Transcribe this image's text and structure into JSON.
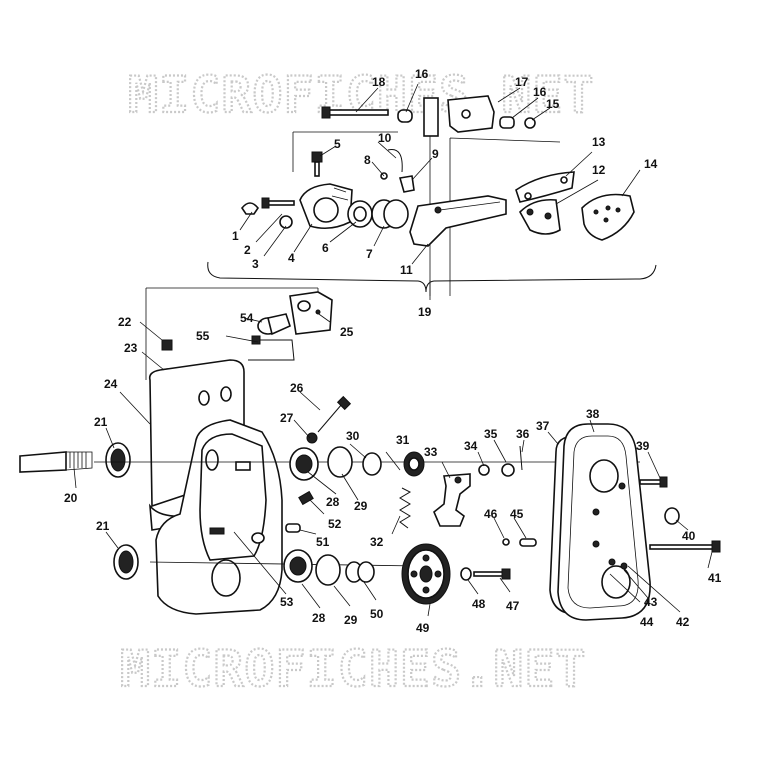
{
  "watermark": {
    "top": "MICROFICHES.NET",
    "bottom": "MICROFICHES.NET"
  },
  "callouts": [
    {
      "id": "1",
      "text": "1"
    },
    {
      "id": "2",
      "text": "2"
    },
    {
      "id": "3",
      "text": "3"
    },
    {
      "id": "4",
      "text": "4"
    },
    {
      "id": "5",
      "text": "5"
    },
    {
      "id": "6",
      "text": "6"
    },
    {
      "id": "7",
      "text": "7"
    },
    {
      "id": "8",
      "text": "8"
    },
    {
      "id": "9",
      "text": "9"
    },
    {
      "id": "10",
      "text": "10"
    },
    {
      "id": "11",
      "text": "11"
    },
    {
      "id": "12",
      "text": "12"
    },
    {
      "id": "13",
      "text": "13"
    },
    {
      "id": "14",
      "text": "14"
    },
    {
      "id": "15",
      "text": "15"
    },
    {
      "id": "16a",
      "text": "16"
    },
    {
      "id": "16b",
      "text": "16"
    },
    {
      "id": "17",
      "text": "17"
    },
    {
      "id": "18",
      "text": "18"
    },
    {
      "id": "19",
      "text": "19"
    },
    {
      "id": "20",
      "text": "20"
    },
    {
      "id": "21a",
      "text": "21"
    },
    {
      "id": "21b",
      "text": "21"
    },
    {
      "id": "22",
      "text": "22"
    },
    {
      "id": "23",
      "text": "23"
    },
    {
      "id": "24",
      "text": "24"
    },
    {
      "id": "25",
      "text": "25"
    },
    {
      "id": "26",
      "text": "26"
    },
    {
      "id": "27",
      "text": "27"
    },
    {
      "id": "28a",
      "text": "28"
    },
    {
      "id": "28b",
      "text": "28"
    },
    {
      "id": "29a",
      "text": "29"
    },
    {
      "id": "29b",
      "text": "29"
    },
    {
      "id": "30",
      "text": "30"
    },
    {
      "id": "31",
      "text": "31"
    },
    {
      "id": "32",
      "text": "32"
    },
    {
      "id": "33",
      "text": "33"
    },
    {
      "id": "34",
      "text": "34"
    },
    {
      "id": "35",
      "text": "35"
    },
    {
      "id": "36",
      "text": "36"
    },
    {
      "id": "37",
      "text": "37"
    },
    {
      "id": "38",
      "text": "38"
    },
    {
      "id": "39",
      "text": "39"
    },
    {
      "id": "40",
      "text": "40"
    },
    {
      "id": "41",
      "text": "41"
    },
    {
      "id": "42",
      "text": "42"
    },
    {
      "id": "43",
      "text": "43"
    },
    {
      "id": "44",
      "text": "44"
    },
    {
      "id": "45",
      "text": "45"
    },
    {
      "id": "46",
      "text": "46"
    },
    {
      "id": "47",
      "text": "47"
    },
    {
      "id": "48",
      "text": "48"
    },
    {
      "id": "49",
      "text": "49"
    },
    {
      "id": "50",
      "text": "50"
    },
    {
      "id": "51",
      "text": "51"
    },
    {
      "id": "52",
      "text": "52"
    },
    {
      "id": "53",
      "text": "53"
    },
    {
      "id": "54",
      "text": "54"
    },
    {
      "id": "55",
      "text": "55"
    }
  ]
}
